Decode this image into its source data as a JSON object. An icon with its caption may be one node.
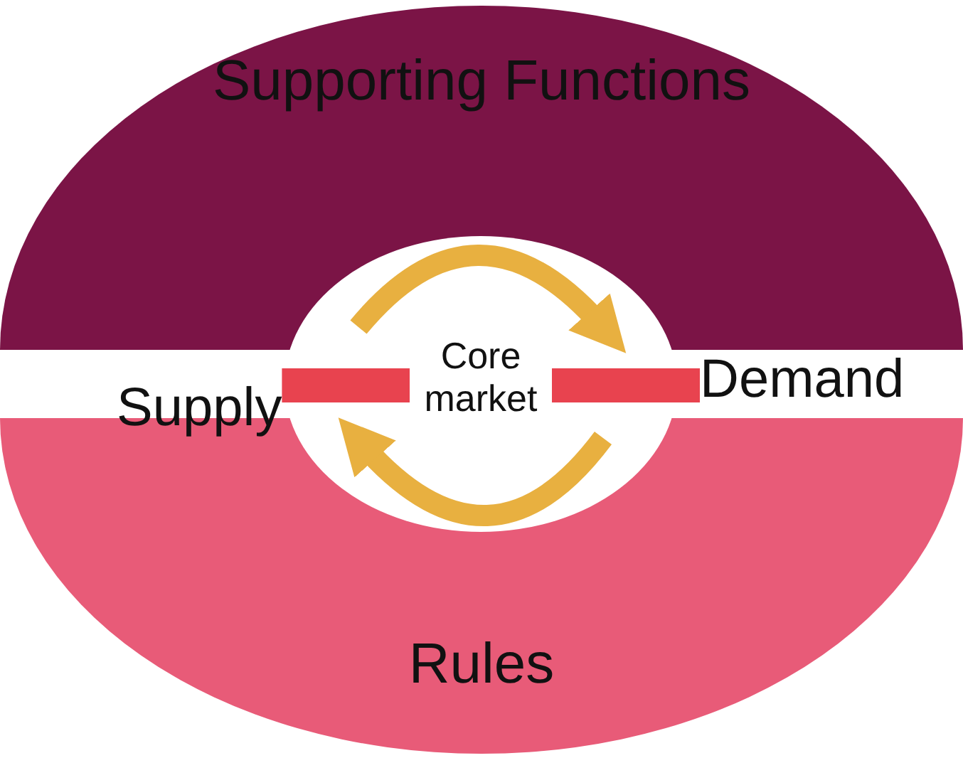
{
  "diagram": {
    "nodes": [
      {
        "text": [
          "Supporting Functions"
        ]
      },
      {
        "text": [
          "Rules"
        ]
      },
      {
        "text": [
          "Core market"
        ]
      },
      {
        "text": [
          "Supply"
        ]
      },
      {
        "text": [
          "Demand"
        ]
      }
    ],
    "edges": [
      {
        "from": 3,
        "to": 2,
        "arrow": "none"
      },
      {
        "from": 2,
        "to": 4,
        "arrow": "none"
      }
    ]
  }
}
